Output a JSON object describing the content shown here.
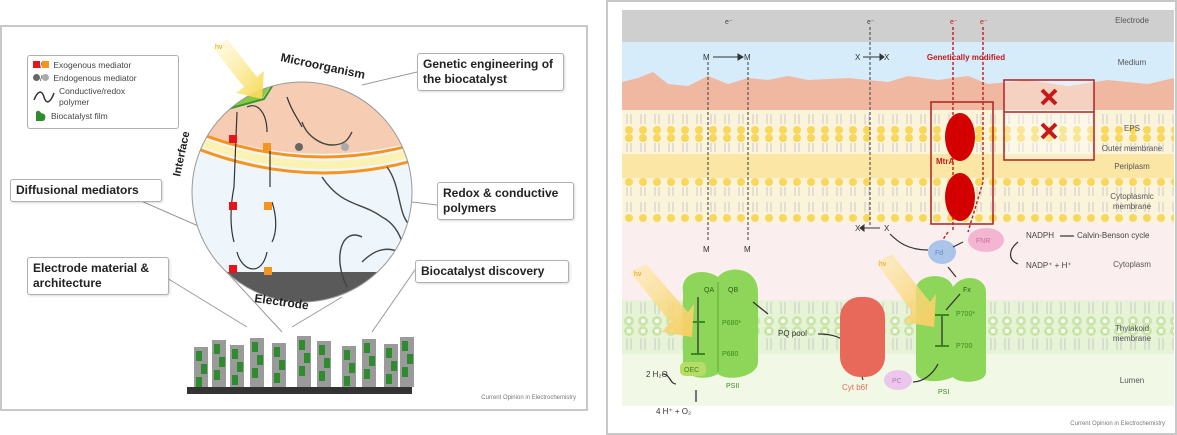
{
  "left_figure": {
    "legend": {
      "items": [
        {
          "icon": "red-orange-dot-icon",
          "label": "Exogenous mediator"
        },
        {
          "icon": "gray-dot-icon",
          "label": "Endogenous mediator"
        },
        {
          "icon": "wavy-line-icon",
          "label": "Conductive/redox polymer"
        },
        {
          "icon": "biofilm-icon",
          "label": "Biocatalyst film"
        }
      ]
    },
    "circle_labels": {
      "microorganism": "Microorganism",
      "interface": "Interface",
      "electrode": "Electrode"
    },
    "callouts": {
      "genetic": "Genetic engineering of the biocatalyst",
      "diffusional": "Diffusional mediators",
      "redox": "Redox & conductive polymers",
      "electrode_material": "Electrode material & architecture",
      "discovery": "Biocatalyst discovery"
    },
    "sun_label": "hν",
    "credit": "Current Opinion in Electrochemistry"
  },
  "right_figure": {
    "layers": [
      {
        "label": "Electrode",
        "color": "#cfcfcf"
      },
      {
        "label": "Medium",
        "color": "#d6ecfa"
      },
      {
        "label": "EPS",
        "color": "#f0b8a0"
      },
      {
        "label": "Outer membrane",
        "color": "#fbf3da"
      },
      {
        "label": "Periplasm",
        "color": "#fbe6a6"
      },
      {
        "label": "Cytoplasmic membrane",
        "color": "#fbf3da"
      },
      {
        "label": "Cytoplasm",
        "color": "#fbeeee"
      },
      {
        "label": "Thylakoid membrane",
        "color": "#e6f3d6"
      },
      {
        "label": "Lumen",
        "color": "#f1f9e6"
      }
    ],
    "electron_label": "e⁻",
    "mediator_pair_left": {
      "ox": "M",
      "red": "M"
    },
    "mediator_pair_right": {
      "ox": "X",
      "red": "X"
    },
    "genetically_modified": "Genetically modified",
    "mtr_label": "MtrA",
    "complexes": {
      "psii": "PSII",
      "p680_star": "P680*",
      "p680": "P680",
      "oec": "OEC",
      "qa": "QA",
      "qb": "QB",
      "pq_pool": "PQ pool",
      "cytb6f": "Cyt b6f",
      "pc": "PC",
      "psi": "PSI",
      "p700_star": "P700*",
      "p700": "P700",
      "fx": "Fx",
      "fd": "Fd",
      "fnr": "FNR"
    },
    "reactions": {
      "water_in": "2 H₂O",
      "water_out": "4 H⁺ + O₂",
      "nadph": "NADPH",
      "nadp": "NADP⁺ + H⁺",
      "calvin": "Calvin-Benson cycle"
    },
    "sun_label": "hν",
    "colors": {
      "accent_red": "#c41a1a",
      "ps_green": "#8ed65a",
      "cyt_red": "#e8685a"
    },
    "credit": "Current Opinion in Electrochemistry"
  }
}
